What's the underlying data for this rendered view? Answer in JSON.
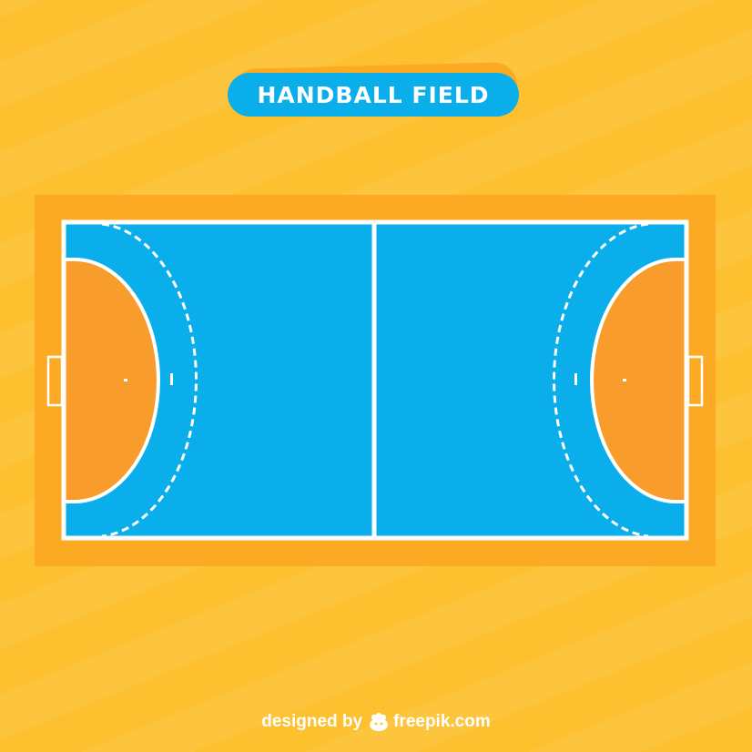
{
  "title": "HANDBALL FIELD",
  "footer": {
    "prefix": "designed by",
    "brand": "freepik.com"
  },
  "colors": {
    "background": "#fdc02e",
    "border_zone": "#fcaa23",
    "court": "#0aaeea",
    "goal_area": "#f89c2c",
    "lines": "#ffffff"
  },
  "icons": [
    "freepik-logo-icon"
  ]
}
